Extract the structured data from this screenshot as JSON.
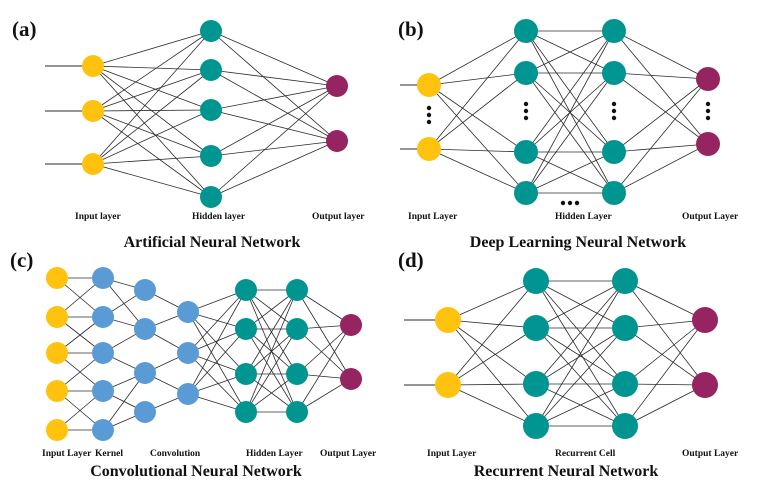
{
  "colors": {
    "input": "#FFC20E",
    "hidden": "#009590",
    "output": "#962460",
    "kernel": "#5B9BD5"
  },
  "panels": [
    {
      "id": "a",
      "tag": "(a)",
      "title": "Artificial Neural Network",
      "labels": {
        "input": "Input layer",
        "hidden": "Hidden layer",
        "output": "Output layer"
      }
    },
    {
      "id": "b",
      "tag": "(b)",
      "title": "Deep Learning Neural Network",
      "labels": {
        "input": "Input Layer",
        "hidden": "Hidden Layer",
        "output": "Output Layer"
      }
    },
    {
      "id": "c",
      "tag": "(c)",
      "title": "Convolutional Neural Network",
      "labels": {
        "input": "Input Layer",
        "kernel": "Kernel",
        "convolution": "Convolution",
        "hidden": "Hidden Layer",
        "output": "Output Layer"
      }
    },
    {
      "id": "d",
      "tag": "(d)",
      "title": "Recurrent Neural Network",
      "labels": {
        "input": "Input Layer",
        "recurrent": "Recurrent Cell",
        "output": "Output Layer"
      }
    }
  ]
}
